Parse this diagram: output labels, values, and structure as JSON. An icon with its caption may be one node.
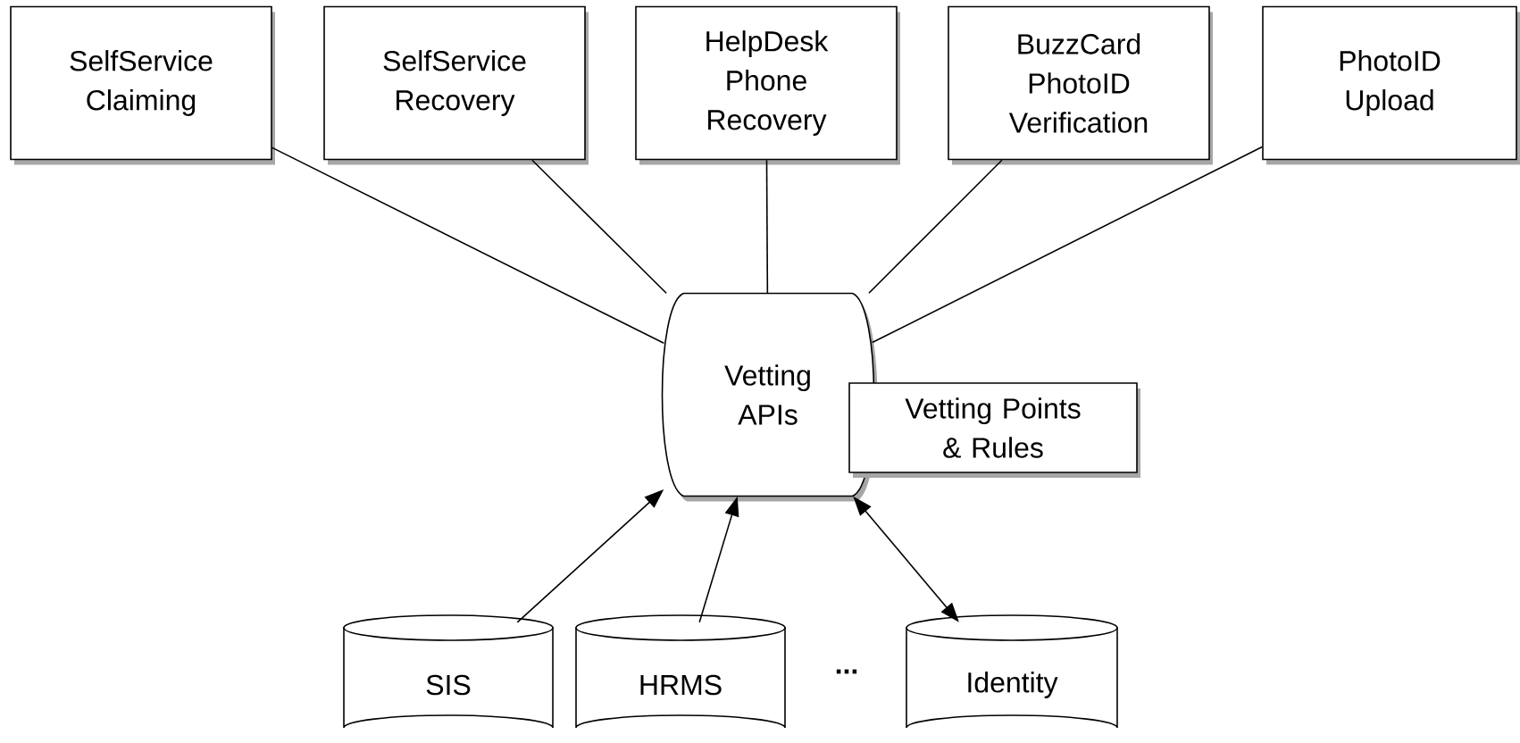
{
  "diagram": {
    "nodes": [
      {
        "text": [
          "SelfService Claiming"
        ]
      },
      {
        "text": [
          "SelfService Recovery"
        ]
      },
      {
        "text": [
          "HelpDesk Phone Recovery"
        ]
      },
      {
        "text": [
          "BuzzCard PhotoID Verification"
        ]
      },
      {
        "text": [
          "PhotoID Upload"
        ]
      },
      {
        "text": [
          "Vetting APIs"
        ]
      },
      {
        "text": [
          "Vetting Points & Rules"
        ]
      },
      {
        "text": [
          "SIS"
        ]
      },
      {
        "text": [
          "HRMS"
        ]
      },
      {
        "text": [
          "Identity"
        ]
      }
    ],
    "edges": [
      {
        "from": 0,
        "to": 5,
        "arrow": "none"
      },
      {
        "from": 1,
        "to": 5,
        "arrow": "none"
      },
      {
        "from": 2,
        "to": 5,
        "arrow": "none"
      },
      {
        "from": 3,
        "to": 5,
        "arrow": "none"
      },
      {
        "from": 4,
        "to": 5,
        "arrow": "none"
      },
      {
        "from": 7,
        "to": 5,
        "arrow": "to"
      },
      {
        "from": 8,
        "to": 5,
        "arrow": "to"
      },
      {
        "from": 9,
        "to": 5,
        "arrow": "both"
      }
    ],
    "labels": [
      "..."
    ]
  }
}
